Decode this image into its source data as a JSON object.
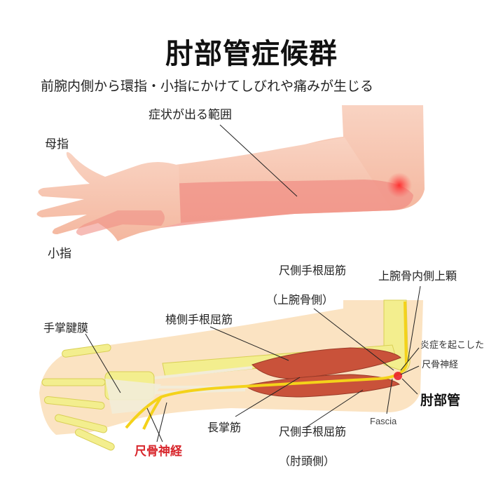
{
  "title": "肘部管症候群",
  "subtitle": "前腕内側から環指・小指にかけてしびれや痛みが生じる",
  "arm_labels": {
    "symptom_range": "症状が出る範囲",
    "thumb": "母指",
    "little_finger": "小指"
  },
  "anatomy_labels": {
    "fcu_line1": "尺側手根屈筋",
    "fcu_line2": "（上腕骨側）",
    "medial_epicondyle": "上腕骨内側上顆",
    "palmar_aponeurosis": "手掌腱膜",
    "fcr": "橈側手根屈筋",
    "inflamed": "炎症を起こした",
    "ulnar_nerve_small": "尺骨神経",
    "cubital_tunnel": "肘部管",
    "fascia": "Fascia",
    "palmaris_longus": "長掌筋",
    "fcu2_line1": "尺側手根屈筋",
    "fcu2_line2": "（肘頭側）",
    "ulnar_nerve": "尺骨神経"
  },
  "colors": {
    "skin": "#f7c6b0",
    "symptom": "#f08f86",
    "muscle": "#c9523a",
    "bone": "#f3ee8e",
    "nerve": "#f4d21a",
    "inflammation": "#e8162a",
    "accent_red": "#d8262c"
  }
}
